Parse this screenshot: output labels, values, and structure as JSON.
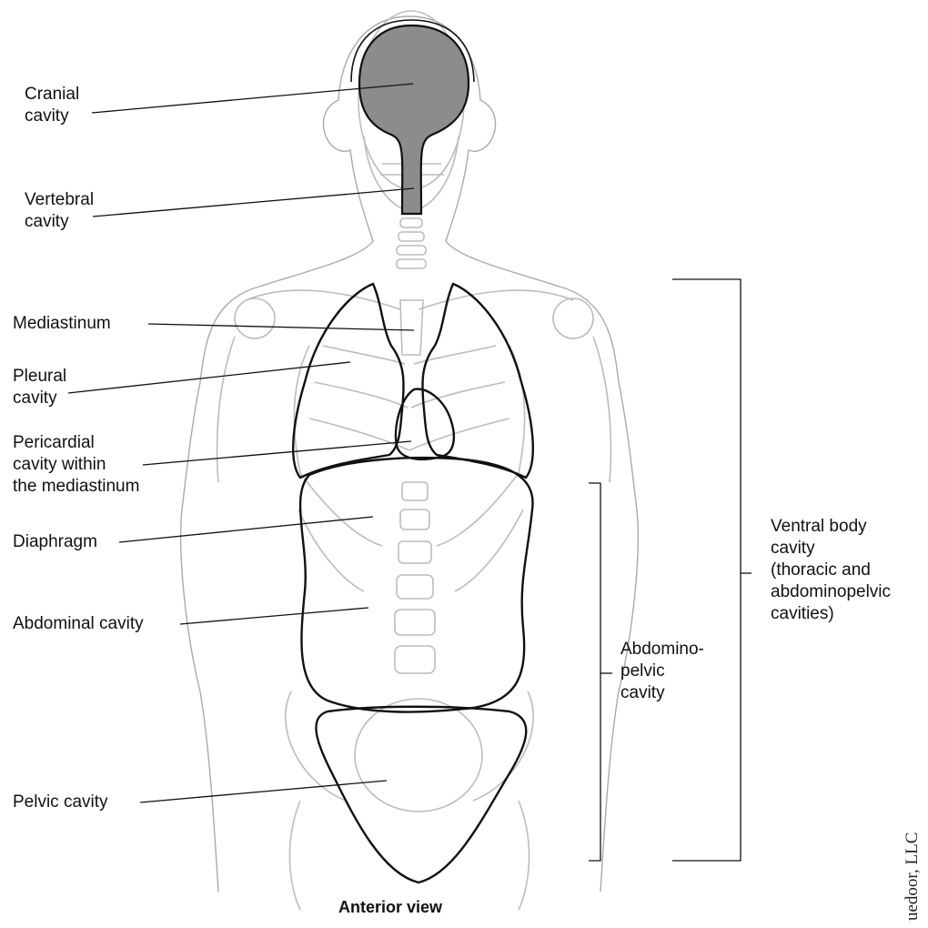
{
  "labels": {
    "cranial": [
      "Cranial",
      "cavity"
    ],
    "vertebral": [
      "Vertebral",
      "cavity"
    ],
    "mediastinum": [
      "Mediastinum"
    ],
    "pleural": [
      "Pleural",
      "cavity"
    ],
    "pericardial": [
      "Pericardial",
      "cavity within",
      "the mediastinum"
    ],
    "diaphragm": [
      "Diaphragm"
    ],
    "abdominal": [
      "Abdominal cavity"
    ],
    "pelvic": [
      "Pelvic cavity"
    ],
    "ventral": [
      "Ventral body",
      "cavity",
      "(thoracic and",
      "abdominopelvic",
      "cavities)"
    ],
    "abdominopelvic": [
      "Abdomino-",
      "pelvic",
      "cavity"
    ]
  },
  "caption": "Anterior view",
  "credit": "uedoor, LLC",
  "colors": {
    "cavity_fill": "#8c8c8c",
    "bone_stroke": "#b9b9b9",
    "outline_stroke": "#111111",
    "body_outline": "#a8a8a8"
  }
}
